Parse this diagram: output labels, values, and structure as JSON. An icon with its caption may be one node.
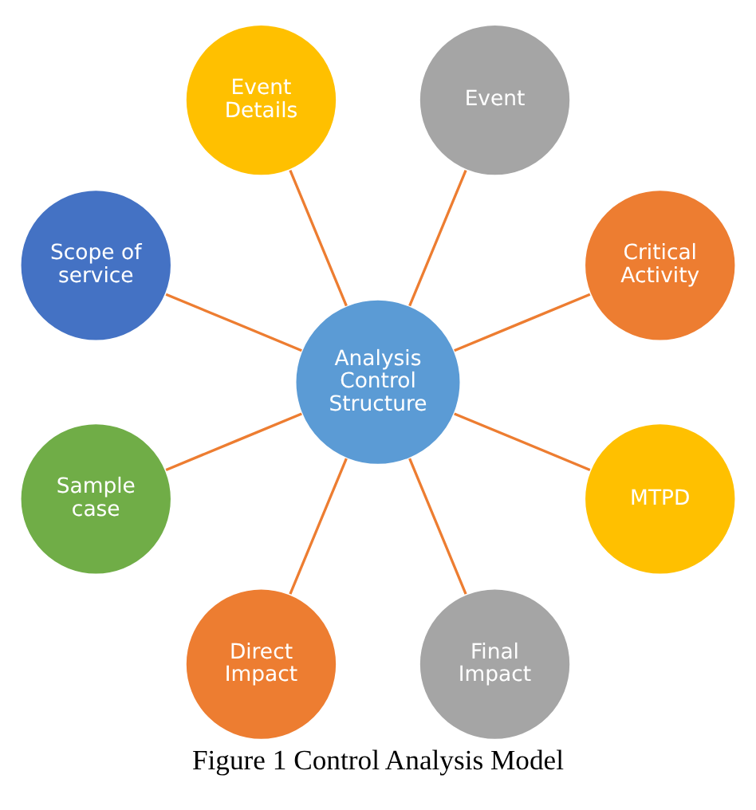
{
  "diagram": {
    "caption": "Figure 1 Control Analysis Model",
    "nodes": [
      {
        "text": [
          "Analysis Control Structure"
        ]
      },
      {
        "text": [
          "Critical Activity"
        ]
      },
      {
        "text": [
          "Event"
        ]
      },
      {
        "text": [
          "Event Details"
        ]
      },
      {
        "text": [
          "Scope of service"
        ]
      },
      {
        "text": [
          "Sample case"
        ]
      },
      {
        "text": [
          "Direct Impact"
        ]
      },
      {
        "text": [
          "Final Impact"
        ]
      },
      {
        "text": [
          "MTPD"
        ]
      }
    ],
    "edges": [
      {
        "from": 0,
        "to": 1,
        "arrow": "none"
      },
      {
        "from": 0,
        "to": 2,
        "arrow": "none"
      },
      {
        "from": 0,
        "to": 3,
        "arrow": "none"
      },
      {
        "from": 0,
        "to": 4,
        "arrow": "none"
      },
      {
        "from": 0,
        "to": 5,
        "arrow": "none"
      },
      {
        "from": 0,
        "to": 6,
        "arrow": "none"
      },
      {
        "from": 0,
        "to": 7,
        "arrow": "none"
      },
      {
        "from": 0,
        "to": 8,
        "arrow": "none"
      }
    ]
  }
}
